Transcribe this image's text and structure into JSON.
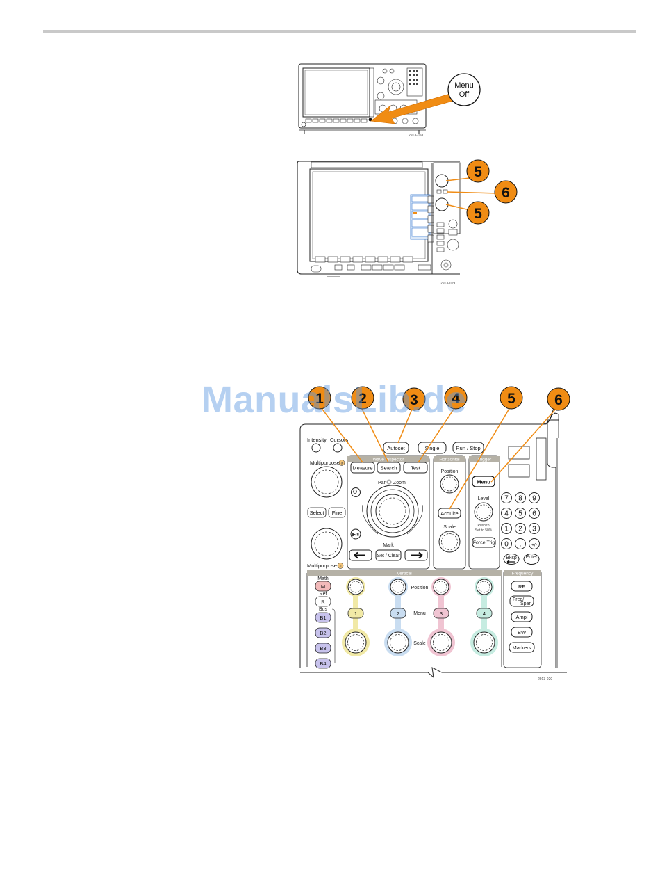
{
  "figure1": {
    "callout_label_line1": "Menu",
    "callout_label_line2": "Off",
    "figure_id": "2913-018"
  },
  "figure2": {
    "callouts": [
      "5",
      "6",
      "5"
    ],
    "figure_id": "2913-019"
  },
  "figure3": {
    "callouts": [
      "1",
      "2",
      "3",
      "4",
      "5",
      "6"
    ],
    "figure_id": "2913-020",
    "labels": {
      "intensity": "Intensity",
      "cursors": "Cursors",
      "multipurpose_a": "Multipurpose",
      "multipurpose_a_badge": "a",
      "multipurpose_b": "Multipurpose",
      "multipurpose_b_badge": "b",
      "select": "Select",
      "fine": "Fine",
      "autoset": "Autoset",
      "single": "Single",
      "run_stop": "Run / Stop",
      "wave_inspector": "Wave Inspector",
      "measure": "Measure",
      "search": "Search",
      "test": "Test",
      "horizontal": "Horizontal",
      "position": "Position",
      "acquire": "Acquire",
      "scale": "Scale",
      "trigger": "Trigger",
      "menu": "Menu",
      "level": "Level",
      "push_to_line1": "Push to",
      "push_to_line2": "Set to 50%",
      "force_trig": "Force Trig",
      "pan": "Pan",
      "zoom": "Zoom",
      "play_pause": "▶/II",
      "mark": "Mark",
      "set_clear": "Set / Clear",
      "vertical": "Vertical",
      "v_position": "Position",
      "v_menu": "Menu",
      "v_scale": "Scale",
      "math": "Math",
      "math_btn": "M",
      "ref": "Ref",
      "ref_btn": "R",
      "bus": "Bus",
      "bus_buttons": [
        "B1",
        "B2",
        "B3",
        "B4"
      ],
      "channels": [
        "1",
        "2",
        "3",
        "4"
      ],
      "frequency": "Frequency",
      "rf": "RF",
      "freq_span_line1": "Freq/",
      "freq_span_line2": "Span",
      "ampl": "Ampl",
      "bw": "BW",
      "markers": "Markers",
      "keypad": [
        "7",
        "8",
        "9",
        "4",
        "5",
        "6",
        "1",
        "2",
        "3",
        "0",
        ".",
        "+/-"
      ],
      "bksp": "Bksp",
      "enter": "Enter"
    }
  },
  "watermark": "ManualsLib.de",
  "colors": {
    "callout_orange": "#f08c14",
    "arrow_orange": "#f08c14",
    "panel_header": "#b5b1a6",
    "ch1": "#f1e9a6",
    "ch2": "#c9ddf1",
    "ch3": "#f0c4d2",
    "ch4": "#c6ece1",
    "math_red": "#f2b9b9",
    "bus_purple": "#c7c2ec"
  }
}
